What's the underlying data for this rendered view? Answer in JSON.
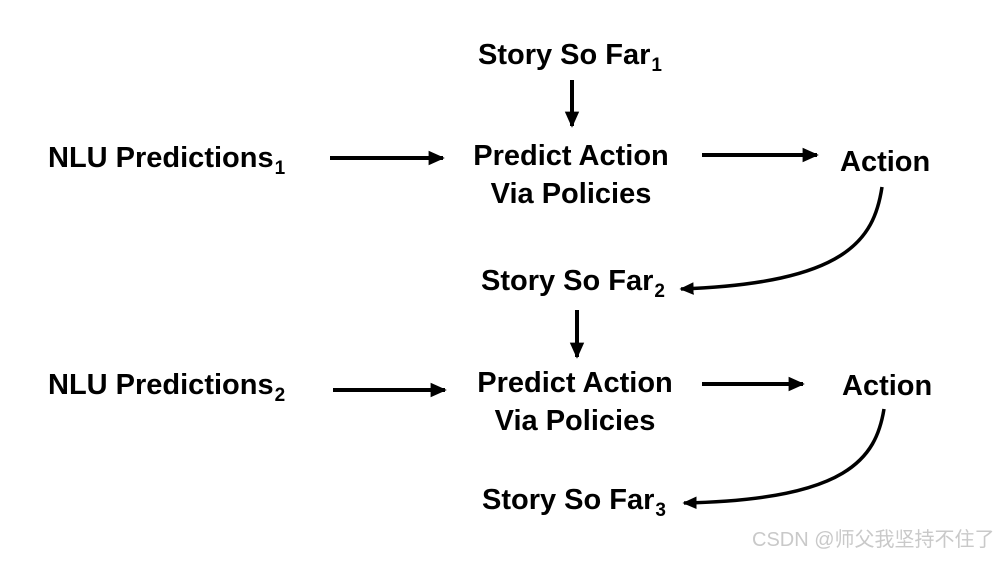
{
  "diagram": {
    "background_color": "#ffffff",
    "text_color": "#000000",
    "arrow_color": "#000000",
    "story1": {
      "label": "Story So Far",
      "sub": "1"
    },
    "nlu1": {
      "label": "NLU Predictions",
      "sub": "1"
    },
    "predict1": {
      "line1": "Predict Action",
      "line2": "Via Policies"
    },
    "action1": {
      "label": "Action"
    },
    "story2": {
      "label": "Story So Far",
      "sub": "2"
    },
    "nlu2": {
      "label": "NLU Predictions",
      "sub": "2"
    },
    "predict2": {
      "line1": "Predict Action",
      "line2": "Via Policies"
    },
    "action2": {
      "label": "Action"
    },
    "story3": {
      "label": "Story So Far",
      "sub": "3"
    },
    "watermark": {
      "text": "CSDN @师父我坚持不住了",
      "color": "#c9c9c9"
    }
  }
}
